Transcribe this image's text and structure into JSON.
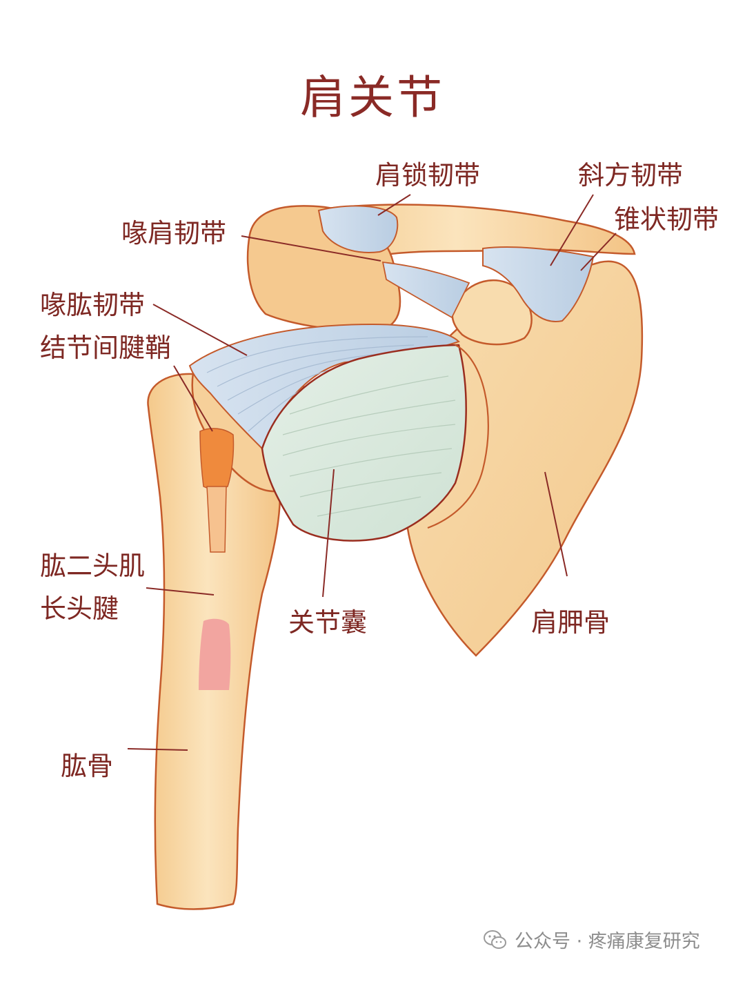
{
  "title": "肩关节",
  "labels": {
    "ac_ligament": "肩锁韧带",
    "trapezoid_ligament": "斜方韧带",
    "conoid_ligament": "锥状韧带",
    "coracoacromial_ligament": "喙肩韧带",
    "coracohumeral_ligament": "喙肱韧带",
    "intertubercular_sheath": "结节间腱鞘",
    "biceps_line1": "肱二头肌",
    "biceps_line2": "长头腱",
    "joint_capsule": "关节囊",
    "scapula": "肩胛骨",
    "humerus": "肱骨"
  },
  "watermark": {
    "text": "公众号 · 疼痛康复研究",
    "icon": "wechat-icon"
  },
  "colors": {
    "title": "#8a2a26",
    "label": "#7e2823",
    "bone_fill": "#f7d9a6",
    "bone_outline": "#c2552a",
    "ligament": "#c9d9ea",
    "capsule": "#d9e8dd",
    "biceps_tendon": "#ef8a3d"
  }
}
